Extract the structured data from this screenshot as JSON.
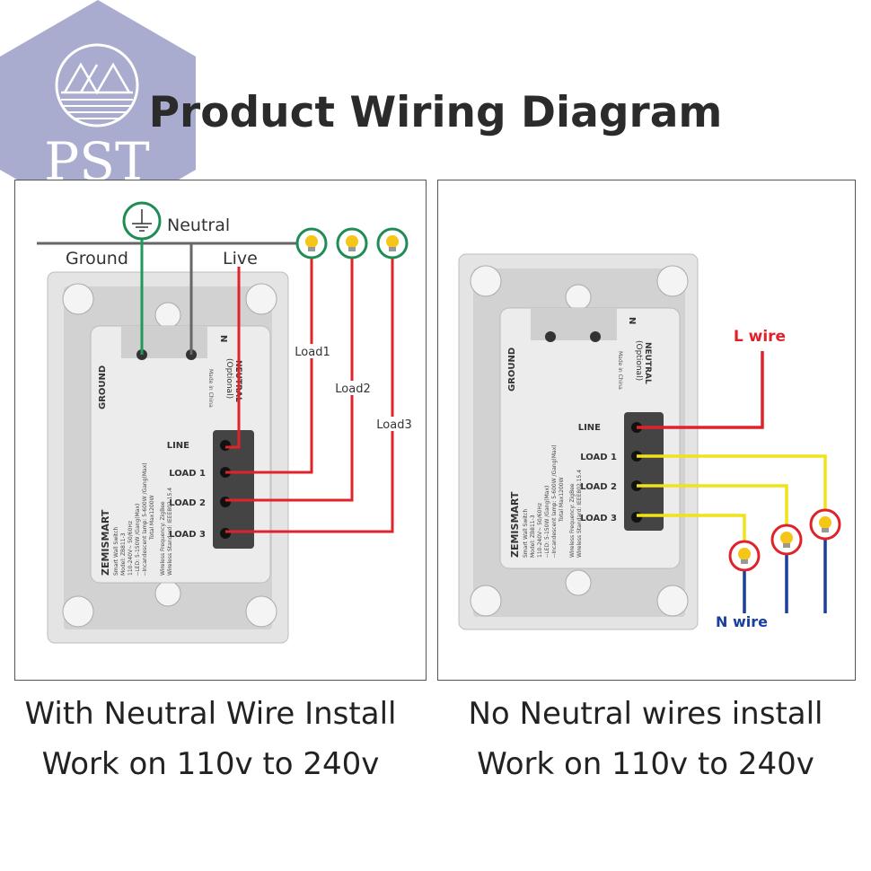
{
  "logo": {
    "text": "PST",
    "color": "#a9acce"
  },
  "title": "Product Wiring Diagram",
  "left_diagram": {
    "labels": {
      "neutral": "Neutral",
      "ground": "Ground",
      "live": "Live",
      "load1": "Load1",
      "load2": "Load2",
      "load3": "Load3"
    },
    "device": {
      "ground": "GROUND",
      "n": "N",
      "neutral": "NEUTRAL",
      "optional": "(Optional)",
      "made_in": "Made in China",
      "line": "LINE",
      "load1": "LOAD 1",
      "load2": "LOAD 2",
      "load3": "LOAD 3",
      "brand": "ZEMISMART",
      "product": "Smart Wall Switch",
      "model": "Model: ZB811-3",
      "spec1": "110-240V~ 50/60Hz",
      "spec2": "--LED: 5-150W /Gang(Max)",
      "spec3": "--Incandescent lamp: 5-600W /Gang(Max)",
      "spec4": "Total Max1200W",
      "freq": "Wireless Frequency: ZigBee",
      "standard": "Wireless Standard: IEEE802.15.4"
    },
    "wire_colors": {
      "live": "#e0232a",
      "ground": "#1f9a5a",
      "neutral": "#666666",
      "bulb_ring": "#1f8c55"
    }
  },
  "right_diagram": {
    "labels": {
      "l_wire": "L wire",
      "n_wire": "N wire"
    },
    "wire_colors": {
      "live": "#e0232a",
      "load": "#f2e21a",
      "neutral": "#1a3f9e",
      "bulb_ring": "#e0232a"
    }
  },
  "captions": {
    "left_line1": "With Neutral Wire Install",
    "left_line2": "Work on 110v to 240v",
    "right_line1": "No Neutral wires install",
    "right_line2": "Work on 110v to 240v"
  }
}
